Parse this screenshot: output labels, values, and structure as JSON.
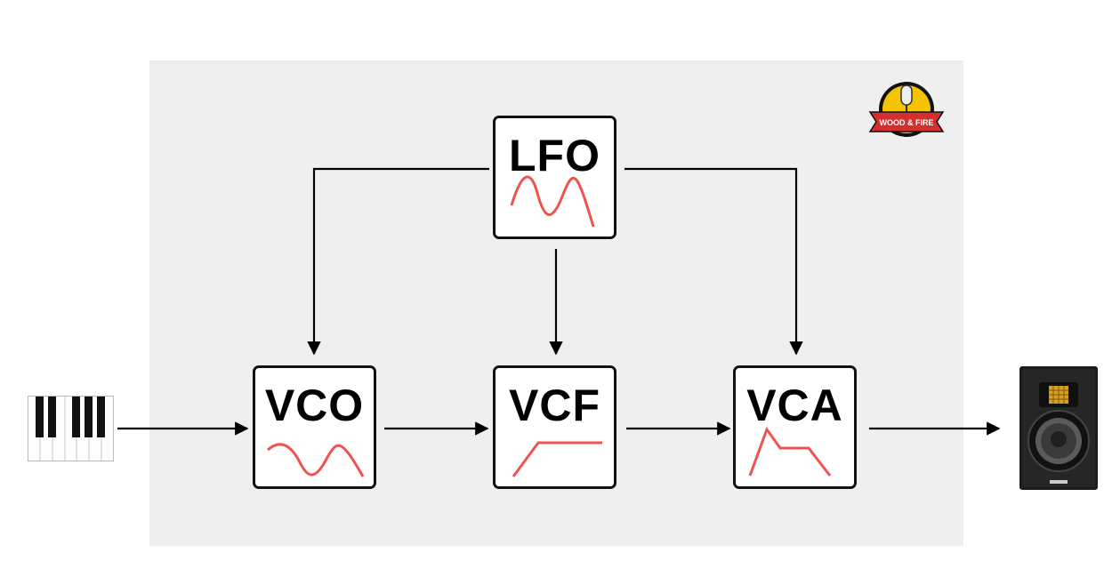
{
  "modules": {
    "lfo": {
      "label": "LFO",
      "icon": "sine-wave-icon"
    },
    "vco": {
      "label": "VCO",
      "icon": "sine-wave-icon"
    },
    "vcf": {
      "label": "VCF",
      "icon": "filter-curve-icon"
    },
    "vca": {
      "label": "VCA",
      "icon": "envelope-adsr-icon"
    }
  },
  "logo": {
    "text": "WOOD & FIRE",
    "icon": "microphone-logo-icon"
  },
  "input": {
    "icon": "piano-keyboard-icon"
  },
  "output": {
    "icon": "studio-speaker-icon"
  },
  "colors": {
    "wave": "#ef5350",
    "stroke": "#111111",
    "panel": "#efefef",
    "logo_red": "#d32f2f",
    "logo_yellow": "#f5c400"
  }
}
